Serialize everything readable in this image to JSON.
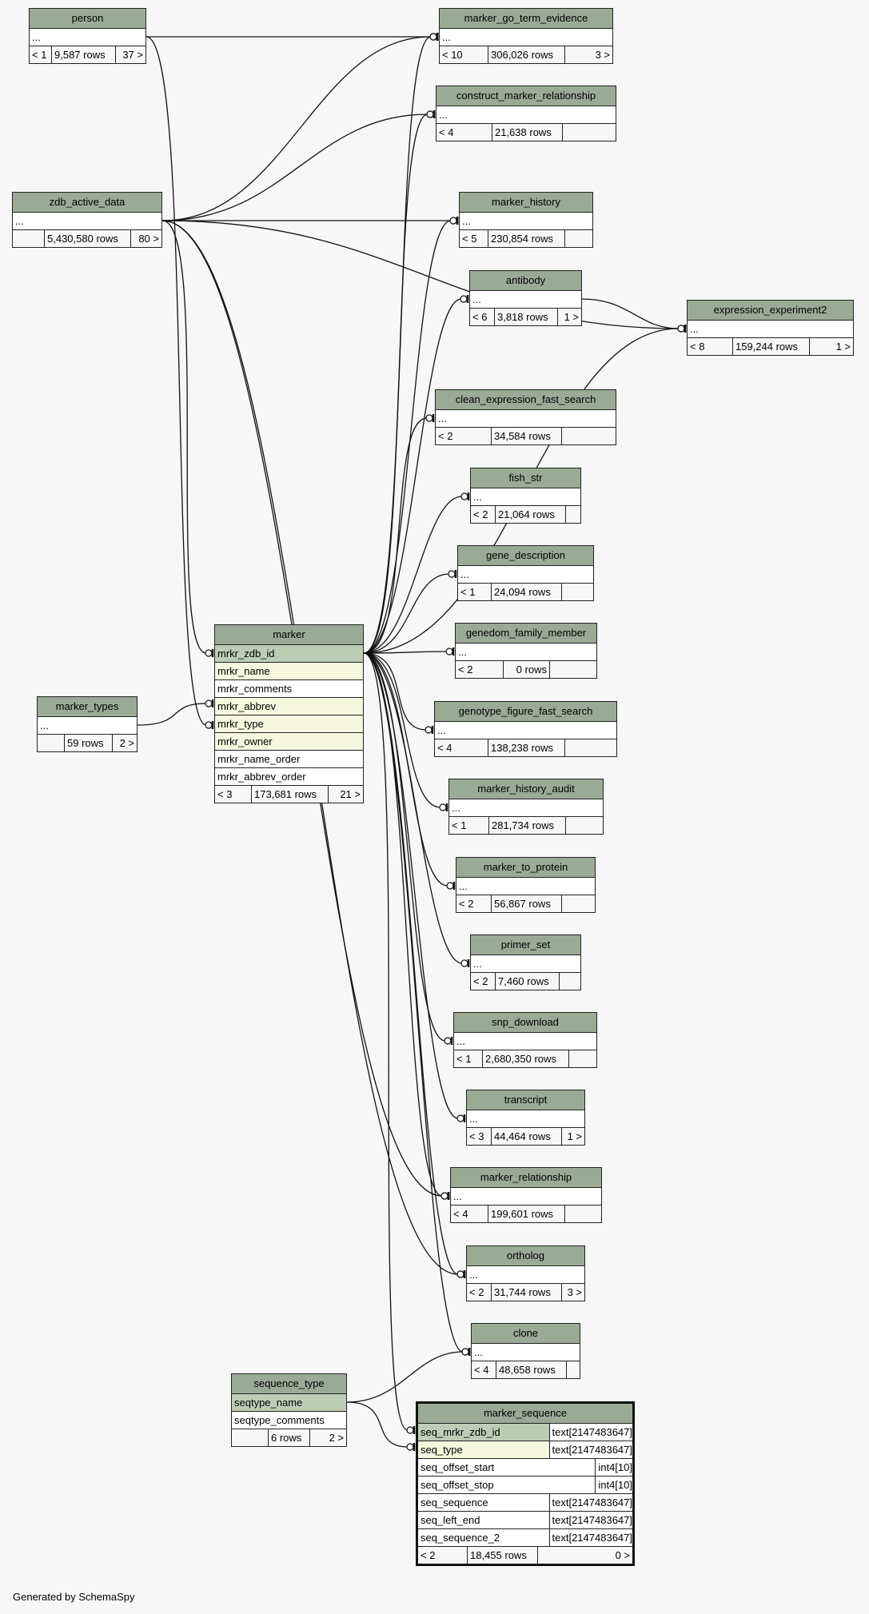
{
  "diagram": {
    "generator": "Generated by SchemaSpy",
    "tables": {
      "person": {
        "name": "person",
        "columns": [
          "..."
        ],
        "parents": "< 1",
        "rows": "9,587 rows",
        "children": "37 >"
      },
      "zdb_active_data": {
        "name": "zdb_active_data",
        "columns": [
          "..."
        ],
        "parents": "",
        "rows": "5,430,580 rows",
        "children": "80 >"
      },
      "marker_types": {
        "name": "marker_types",
        "columns": [
          "..."
        ],
        "parents": "",
        "rows": "59 rows",
        "children": "2 >"
      },
      "marker": {
        "name": "marker",
        "columns": [
          "mrkr_zdb_id",
          "mrkr_name",
          "mrkr_comments",
          "mrkr_abbrev",
          "mrkr_type",
          "mrkr_owner",
          "mrkr_name_order",
          "mrkr_abbrev_order"
        ],
        "parents": "< 3",
        "rows": "173,681 rows",
        "children": "21 >"
      },
      "sequence_type": {
        "name": "sequence_type",
        "columns": [
          "seqtype_name",
          "seqtype_comments"
        ],
        "parents": "",
        "rows": "6 rows",
        "children": "2 >"
      },
      "marker_go_term_evidence": {
        "name": "marker_go_term_evidence",
        "columns": [
          "..."
        ],
        "parents": "< 10",
        "rows": "306,026 rows",
        "children": "3 >"
      },
      "construct_marker_relationship": {
        "name": "construct_marker_relationship",
        "columns": [
          "..."
        ],
        "parents": "< 4",
        "rows": "21,638 rows",
        "children": ""
      },
      "marker_history": {
        "name": "marker_history",
        "columns": [
          "..."
        ],
        "parents": "< 5",
        "rows": "230,854 rows",
        "children": ""
      },
      "antibody": {
        "name": "antibody",
        "columns": [
          "..."
        ],
        "parents": "< 6",
        "rows": "3,818 rows",
        "children": "1 >"
      },
      "expression_experiment2": {
        "name": "expression_experiment2",
        "columns": [
          "..."
        ],
        "parents": "< 8",
        "rows": "159,244 rows",
        "children": "1 >"
      },
      "clean_expression_fast_search": {
        "name": "clean_expression_fast_search",
        "columns": [
          "..."
        ],
        "parents": "< 2",
        "rows": "34,584 rows",
        "children": ""
      },
      "fish_str": {
        "name": "fish_str",
        "columns": [
          "..."
        ],
        "parents": "< 2",
        "rows": "21,064 rows",
        "children": ""
      },
      "gene_description": {
        "name": "gene_description",
        "columns": [
          "..."
        ],
        "parents": "< 1",
        "rows": "24,094 rows",
        "children": ""
      },
      "genedom_family_member": {
        "name": "genedom_family_member",
        "columns": [
          "..."
        ],
        "parents": "< 2",
        "rows": "0 rows",
        "children": ""
      },
      "genotype_figure_fast_search": {
        "name": "genotype_figure_fast_search",
        "columns": [
          "..."
        ],
        "parents": "< 4",
        "rows": "138,238 rows",
        "children": ""
      },
      "marker_history_audit": {
        "name": "marker_history_audit",
        "columns": [
          "..."
        ],
        "parents": "< 1",
        "rows": "281,734 rows",
        "children": ""
      },
      "marker_to_protein": {
        "name": "marker_to_protein",
        "columns": [
          "..."
        ],
        "parents": "< 2",
        "rows": "56,867 rows",
        "children": ""
      },
      "primer_set": {
        "name": "primer_set",
        "columns": [
          "..."
        ],
        "parents": "< 2",
        "rows": "7,460 rows",
        "children": ""
      },
      "snp_download": {
        "name": "snp_download",
        "columns": [
          "..."
        ],
        "parents": "< 1",
        "rows": "2,680,350 rows",
        "children": ""
      },
      "transcript": {
        "name": "transcript",
        "columns": [
          "..."
        ],
        "parents": "< 3",
        "rows": "44,464 rows",
        "children": "1 >"
      },
      "marker_relationship": {
        "name": "marker_relationship",
        "columns": [
          "..."
        ],
        "parents": "< 4",
        "rows": "199,601 rows",
        "children": ""
      },
      "ortholog": {
        "name": "ortholog",
        "columns": [
          "..."
        ],
        "parents": "< 2",
        "rows": "31,744 rows",
        "children": "3 >"
      },
      "clone": {
        "name": "clone",
        "columns": [
          "..."
        ],
        "parents": "< 4",
        "rows": "48,658 rows",
        "children": ""
      },
      "marker_sequence": {
        "name": "marker_sequence",
        "columns": [
          "seq_mrkr_zdb_id",
          "seq_type",
          "seq_offset_start",
          "seq_offset_stop",
          "seq_sequence",
          "seq_left_end",
          "seq_sequence_2"
        ],
        "types": [
          "text[2147483647]",
          "text[2147483647]",
          "int4[10]",
          "int4[10]",
          "text[2147483647]",
          "text[2147483647]",
          "text[2147483647]"
        ],
        "parents": "< 2",
        "rows": "18,455 rows",
        "children": "0 >"
      }
    },
    "relationships": [
      [
        "person",
        "marker_go_term_evidence"
      ],
      [
        "person",
        "marker"
      ],
      [
        "zdb_active_data",
        "marker_go_term_evidence"
      ],
      [
        "zdb_active_data",
        "construct_marker_relationship"
      ],
      [
        "zdb_active_data",
        "marker_history"
      ],
      [
        "zdb_active_data",
        "expression_experiment2"
      ],
      [
        "zdb_active_data",
        "marker"
      ],
      [
        "zdb_active_data",
        "marker_relationship"
      ],
      [
        "zdb_active_data",
        "ortholog"
      ],
      [
        "marker_types",
        "marker"
      ],
      [
        "antibody",
        "expression_experiment2"
      ],
      [
        "marker",
        "marker_go_term_evidence"
      ],
      [
        "marker",
        "construct_marker_relationship"
      ],
      [
        "marker",
        "marker_history"
      ],
      [
        "marker",
        "antibody"
      ],
      [
        "marker",
        "expression_experiment2"
      ],
      [
        "marker",
        "clean_expression_fast_search"
      ],
      [
        "marker",
        "fish_str"
      ],
      [
        "marker",
        "gene_description"
      ],
      [
        "marker",
        "genedom_family_member"
      ],
      [
        "marker",
        "genotype_figure_fast_search"
      ],
      [
        "marker",
        "marker_history_audit"
      ],
      [
        "marker",
        "marker_to_protein"
      ],
      [
        "marker",
        "primer_set"
      ],
      [
        "marker",
        "snp_download"
      ],
      [
        "marker",
        "transcript"
      ],
      [
        "marker",
        "marker_relationship"
      ],
      [
        "marker",
        "ortholog"
      ],
      [
        "marker",
        "clone"
      ],
      [
        "marker",
        "marker_sequence"
      ],
      [
        "sequence_type",
        "clone"
      ],
      [
        "sequence_type",
        "marker_sequence"
      ]
    ]
  }
}
